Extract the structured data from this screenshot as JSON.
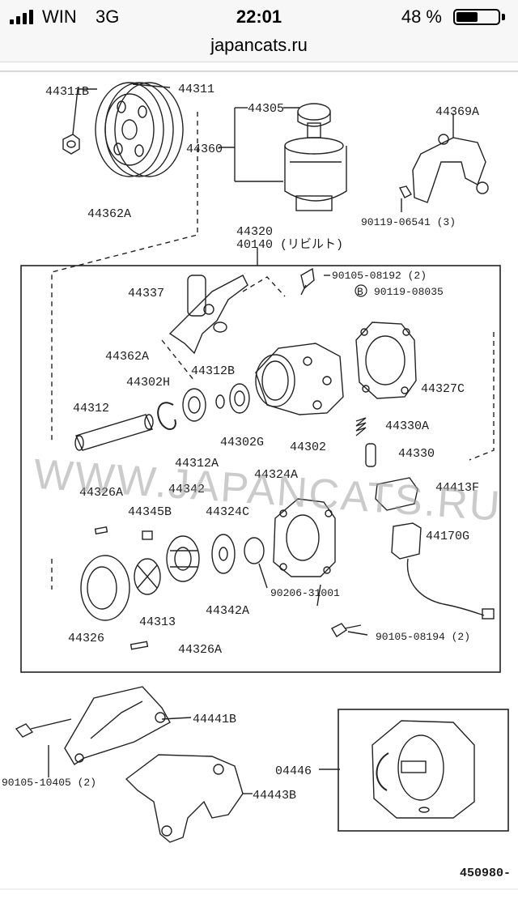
{
  "status_bar": {
    "carrier": "WIN",
    "network": "3G",
    "time": "22:01",
    "battery_percent": "48 %",
    "battery_level": 0.48
  },
  "browser": {
    "url": "japancats.ru"
  },
  "diagram": {
    "watermark": "WWW.JAPANCATS.RU",
    "figure_number": "450980-",
    "labels": {
      "p44311B": "44311B",
      "p44311": "44311",
      "p44305": "44305",
      "p44369A": "44369A",
      "p44360": "44360",
      "p44362A_top": "44362A",
      "p90119_06541": "90119-06541 (3)",
      "p44320": "44320",
      "p40140": "40140 (リビルト)",
      "p90105_08192": "90105-08192 (2)",
      "b_marker": "B",
      "p90119_08035": "90119-08035",
      "p44337": "44337",
      "p44362A": "44362A",
      "p44312B": "44312B",
      "p44302H": "44302H",
      "p44327C": "44327C",
      "p44312": "44312",
      "p44330A": "44330A",
      "p44302G": "44302G",
      "p44302": "44302",
      "p44330": "44330",
      "p44312A": "44312A",
      "p44324A": "44324A",
      "p44413F": "44413F",
      "p44326A_top": "44326A",
      "p44342": "44342",
      "p44345B": "44345B",
      "p44324C": "44324C",
      "p44170G": "44170G",
      "p90206_31001": "90206-31001",
      "p44342A": "44342A",
      "p44326": "44326",
      "p44313": "44313",
      "p90105_08194": "90105-08194 (2)",
      "p44326A": "44326A",
      "p44441B": "44441B",
      "p04446": "04446",
      "p90105_10405": "90105-10405 (2)",
      "p44443B": "44443B"
    }
  }
}
